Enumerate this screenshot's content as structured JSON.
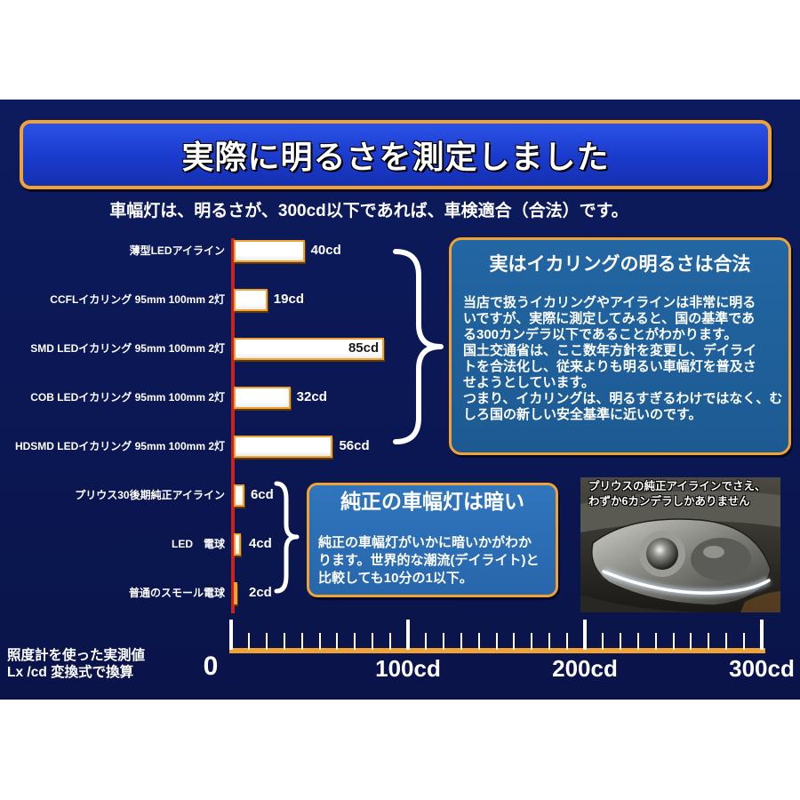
{
  "title": "実際に明るさを測定しました",
  "subtitle": "車幅灯は、明るさが、300cd以下であれば、車検適合（合法）です。",
  "colors": {
    "panel": "#0c1a5a",
    "banner_fill": "#1a3acb",
    "accent_orange": "#f0a235",
    "axis_red": "#c8241c",
    "bar_fill": "#ffffff",
    "legal_box_fill": "#1d5a92",
    "oem_box_fill": "#2866ab"
  },
  "chart_data": {
    "type": "bar",
    "orientation": "horizontal",
    "categories": [
      "薄型LEDアイライン",
      "CCFLイカリング 95mm 100mm 2灯",
      "SMD LEDイカリング 95mm 100mm 2灯",
      "COB LEDイカリング 95mm 100mm 2灯",
      "HDSMD LEDイカリング 95mm 100mm 2灯",
      "プリウス30後期純正アイライン",
      "LED　電球",
      "普通のスモール電球"
    ],
    "values": [
      40,
      19,
      85,
      32,
      56,
      6,
      4,
      2
    ],
    "value_labels": [
      "40cd",
      "19cd",
      "85cd",
      "32cd",
      "56cd",
      "6cd",
      "4cd",
      "2cd"
    ],
    "xlim": [
      0,
      300
    ],
    "x_ticks": [
      0,
      100,
      200,
      300
    ],
    "x_tick_labels": [
      "0",
      "100cd",
      "200cd",
      "300cd"
    ],
    "minor_tick_step": 10,
    "grid": false,
    "legend": "none",
    "note_lines": [
      "照度計を使った実測値",
      "Lx /cd 変換式で換算"
    ]
  },
  "legal_box": {
    "heading": "実はイカリングの明るさは合法",
    "lines": [
      "当店で扱うイカリングやアイラインは非常に明る",
      "いですが、実際に測定してみると、国の基準であ",
      "る300カンデラ以下であることがわかります。",
      "国土交通省は、ここ数年方針を変更し、デイライ",
      "トを合法化し、従来よりも明るい車幅灯を普及さ",
      "せようとしています。",
      "つまり、イカリングは、明るすぎるわけではなく、む",
      "しろ国の新しい安全基準に近いのです。"
    ]
  },
  "oem_box": {
    "heading": "純正の車幅灯は暗い",
    "lines": [
      "純正の車幅灯がいかに暗いかがわか",
      "ります。世界的な潮流(デイライト)と",
      "比較しても10分の1以下。"
    ]
  },
  "photo": {
    "icon": "headlight-photo",
    "caption_lines": [
      "プリウスの純正アイラインでさえ、",
      "わずか6カンデラしかありません"
    ]
  }
}
